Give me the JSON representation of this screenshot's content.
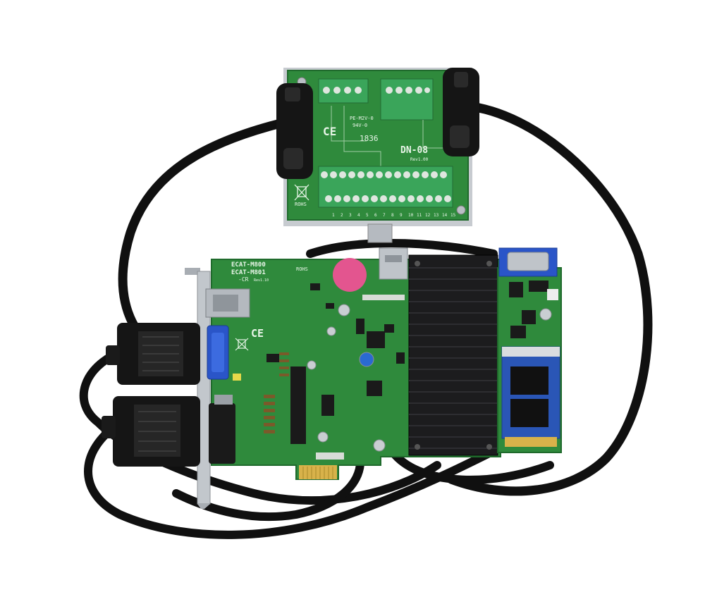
{
  "colors": {
    "pcb_green": "#2f8a3c",
    "pcb_dark": "#1f6a2c",
    "terminal_green": "#3aa55a",
    "heatsink": "#1c1c1e",
    "cable": "#101010",
    "vga_blue": "#2a55c8",
    "connector_black": "#151515",
    "pink_sticker": "#e3558f",
    "background": "#ffffff"
  },
  "board": {
    "model_line_1": "ECAT-M800",
    "model_line_2": "ECAT-M801",
    "model_suffix": "-CR",
    "rev": "Rev1.10",
    "rohs": "ROHS"
  },
  "terminal_board": {
    "model": "DN-08",
    "rev": "Rev1.00",
    "serial": "1836",
    "part": "PE-M2V-0",
    "date": "94V-0",
    "rohs": "ROHS",
    "pin_numbers": [
      "1",
      "2",
      "3",
      "4",
      "5",
      "6",
      "7",
      "8",
      "9",
      "10",
      "11",
      "12",
      "13",
      "14",
      "15"
    ]
  },
  "icons": [
    "ce-mark-icon",
    "weee-bin-icon"
  ]
}
